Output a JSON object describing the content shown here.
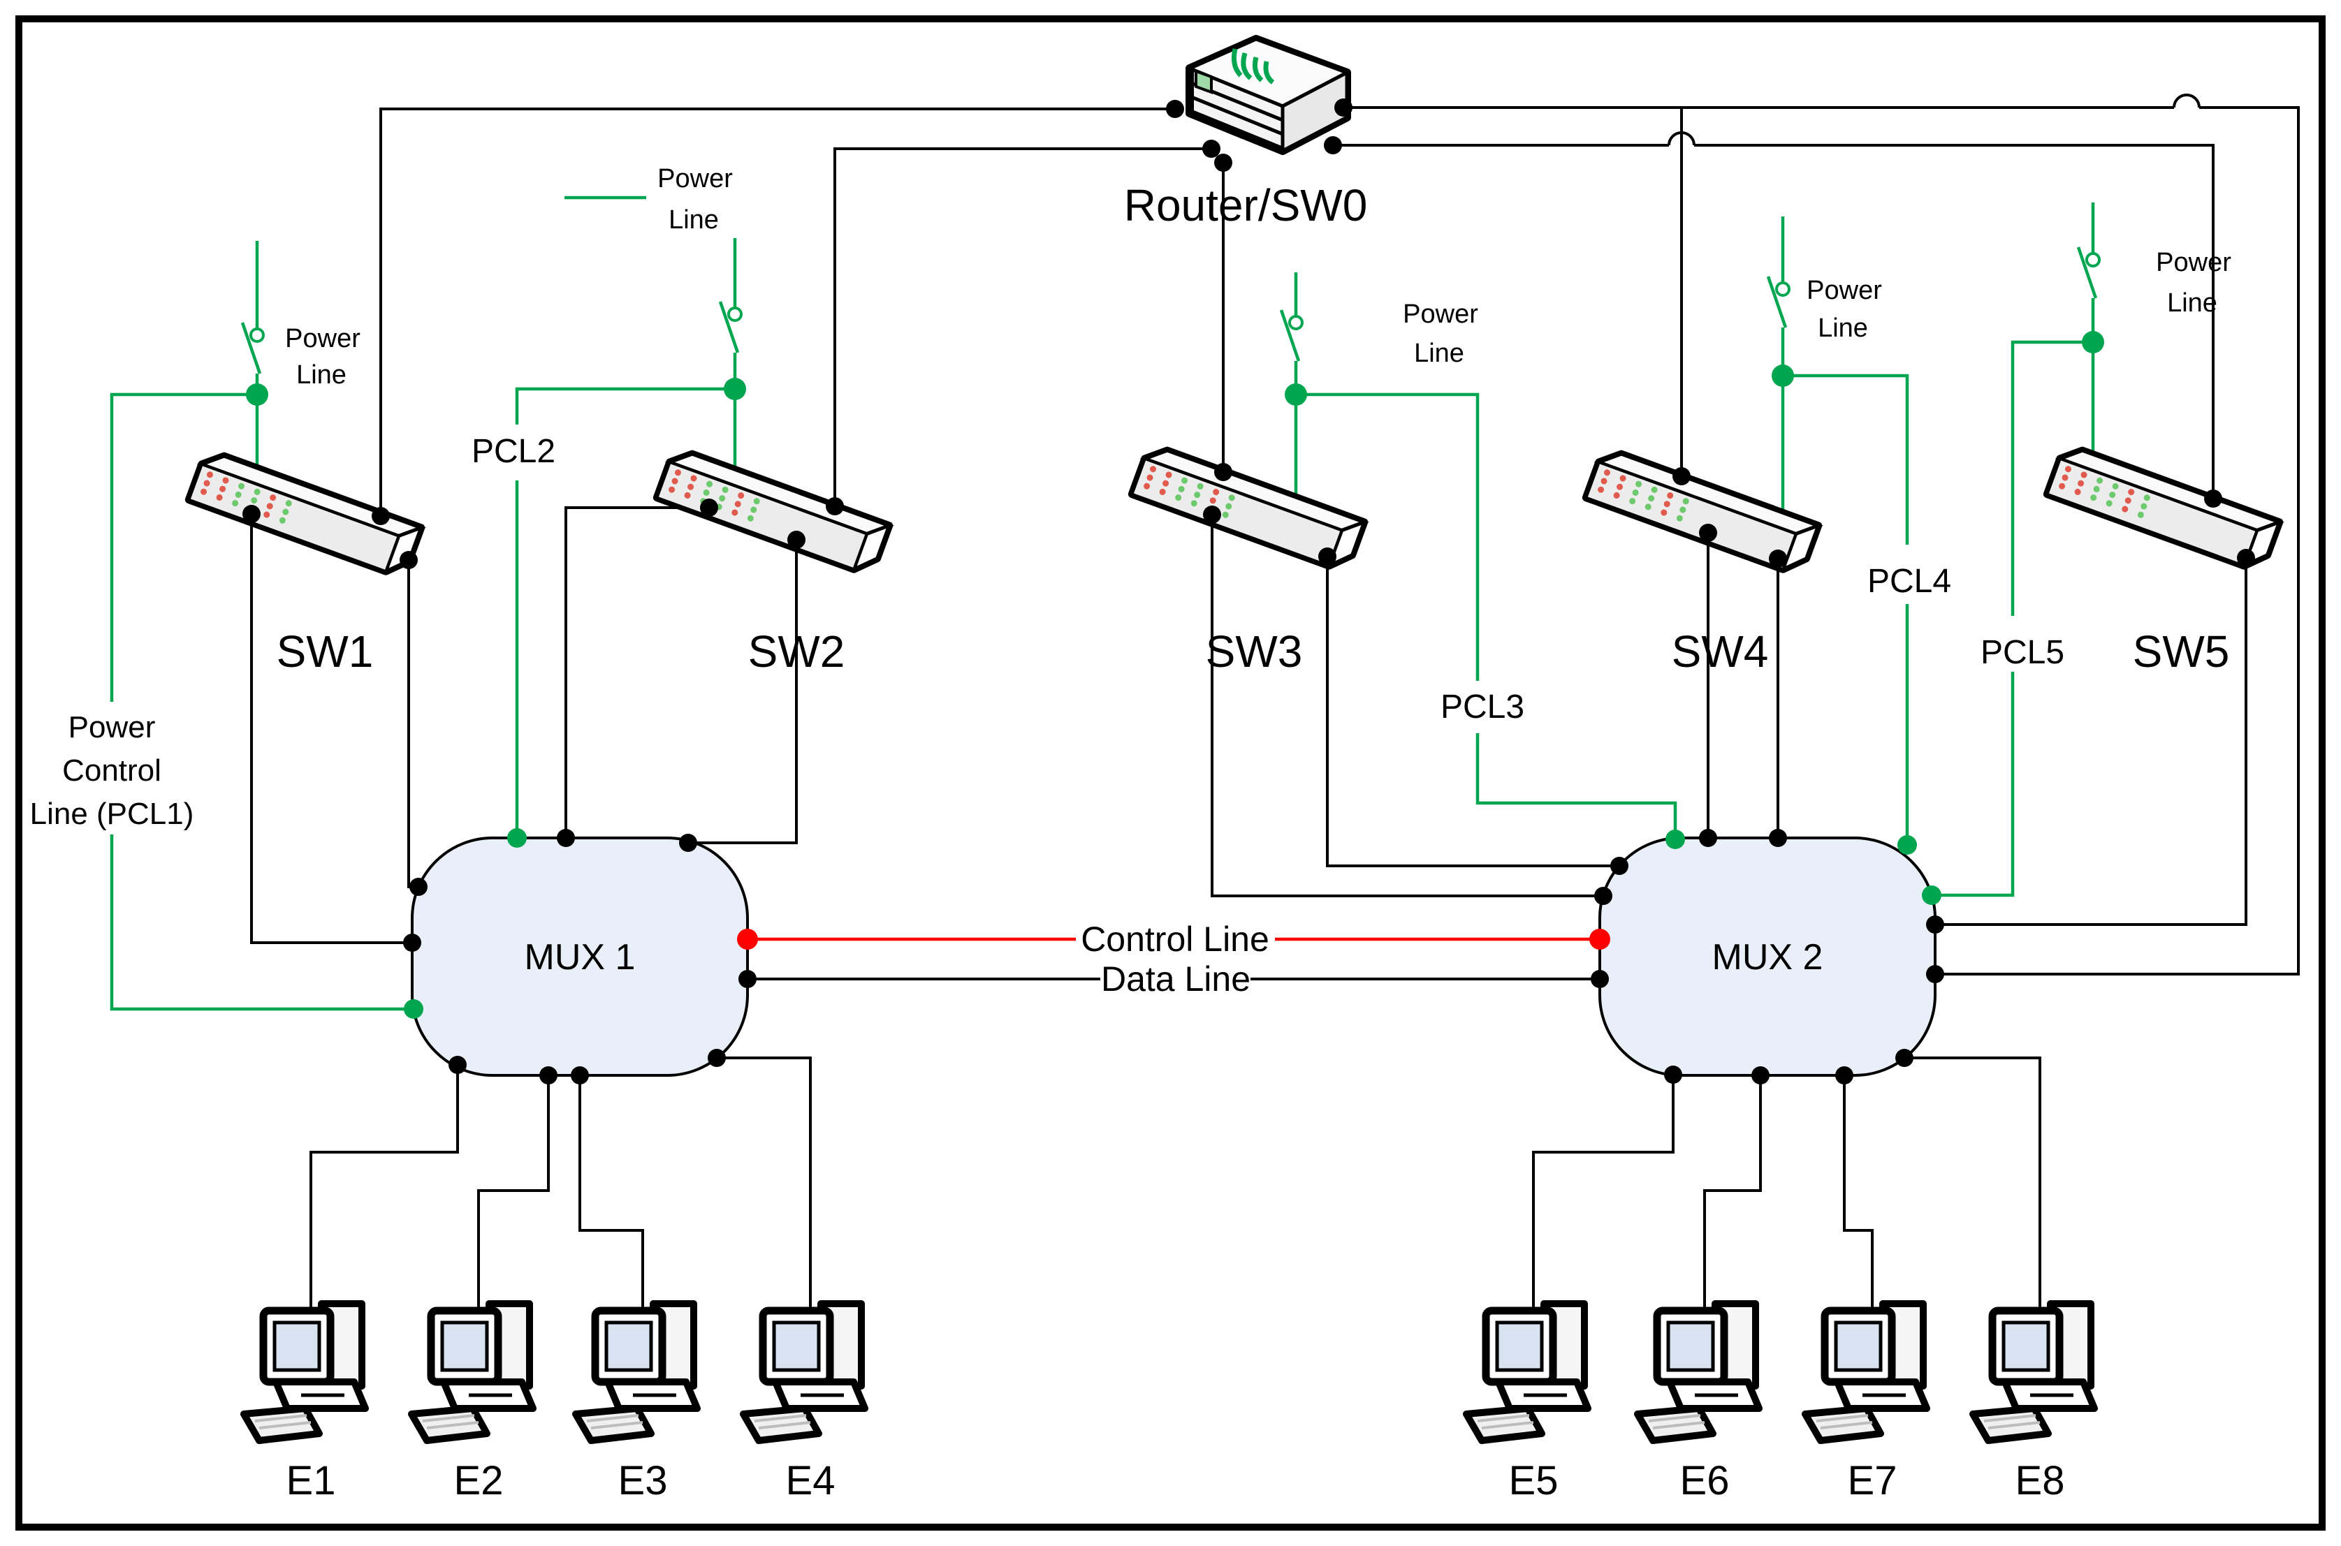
{
  "colors": {
    "power_line_green": "#00A64F",
    "control_line_red": "#FF0000",
    "data_line_black": "#000000",
    "mux_fill": "#E9EFF8",
    "led_red": "#E05A4E",
    "led_green": "#6CC96C"
  },
  "router": {
    "label": "Router/SW0"
  },
  "switches": [
    {
      "label": "SW1"
    },
    {
      "label": "SW2"
    },
    {
      "label": "SW3"
    },
    {
      "label": "SW4"
    },
    {
      "label": "SW5"
    }
  ],
  "muxes": [
    {
      "label": "MUX 1"
    },
    {
      "label": "MUX 2"
    }
  ],
  "endpoints": [
    {
      "label": "E1"
    },
    {
      "label": "E2"
    },
    {
      "label": "E3"
    },
    {
      "label": "E4"
    },
    {
      "label": "E5"
    },
    {
      "label": "E6"
    },
    {
      "label": "E7"
    },
    {
      "label": "E8"
    }
  ],
  "labels": {
    "power_line": {
      "line1": "Power",
      "line2": "Line"
    },
    "pcl1": {
      "line1": "Power",
      "line2": "Control",
      "line3": "Line (PCL1)"
    },
    "pcl2": "PCL2",
    "pcl3": "PCL3",
    "pcl4": "PCL4",
    "pcl5": "PCL5",
    "control_line": "Control Line",
    "data_line": "Data Line"
  }
}
